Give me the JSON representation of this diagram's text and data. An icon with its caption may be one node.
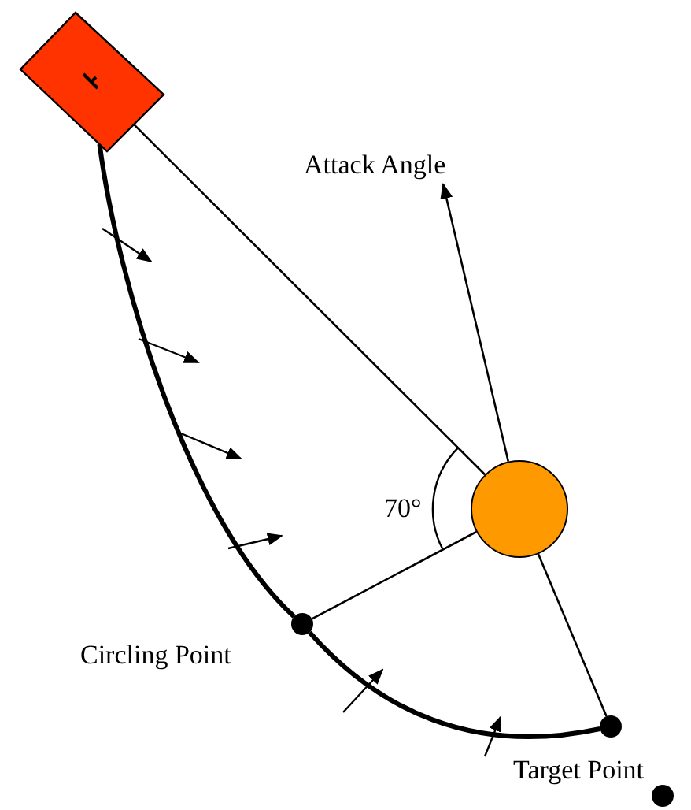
{
  "diagram": {
    "nodes": [
      {
        "text": [],
        "shape": "box"
      },
      {
        "text": [
          "Attack Angle"
        ]
      },
      {
        "text": [],
        "shape": "circle"
      },
      {
        "text": [],
        "shape": "circle",
        "beside": [
          "Circling Point"
        ]
      },
      {
        "text": [],
        "shape": "circle",
        "beside": [
          "Target Point"
        ]
      },
      {
        "text": [],
        "shape": "circle"
      }
    ],
    "edges": [
      {
        "from": 0,
        "to": 3,
        "arrow": "none",
        "style": "thick"
      },
      {
        "from": 3,
        "to": 4,
        "arrow": "none",
        "style": "thick"
      },
      {
        "from": 0,
        "to": 2,
        "arrow": "none"
      },
      {
        "from": 3,
        "to": 2,
        "arrow": "none"
      },
      {
        "from": 4,
        "to": 2,
        "arrow": "none"
      },
      {
        "from": 2,
        "to": 1,
        "arrow": "to"
      }
    ],
    "labels": [
      "70°"
    ]
  }
}
